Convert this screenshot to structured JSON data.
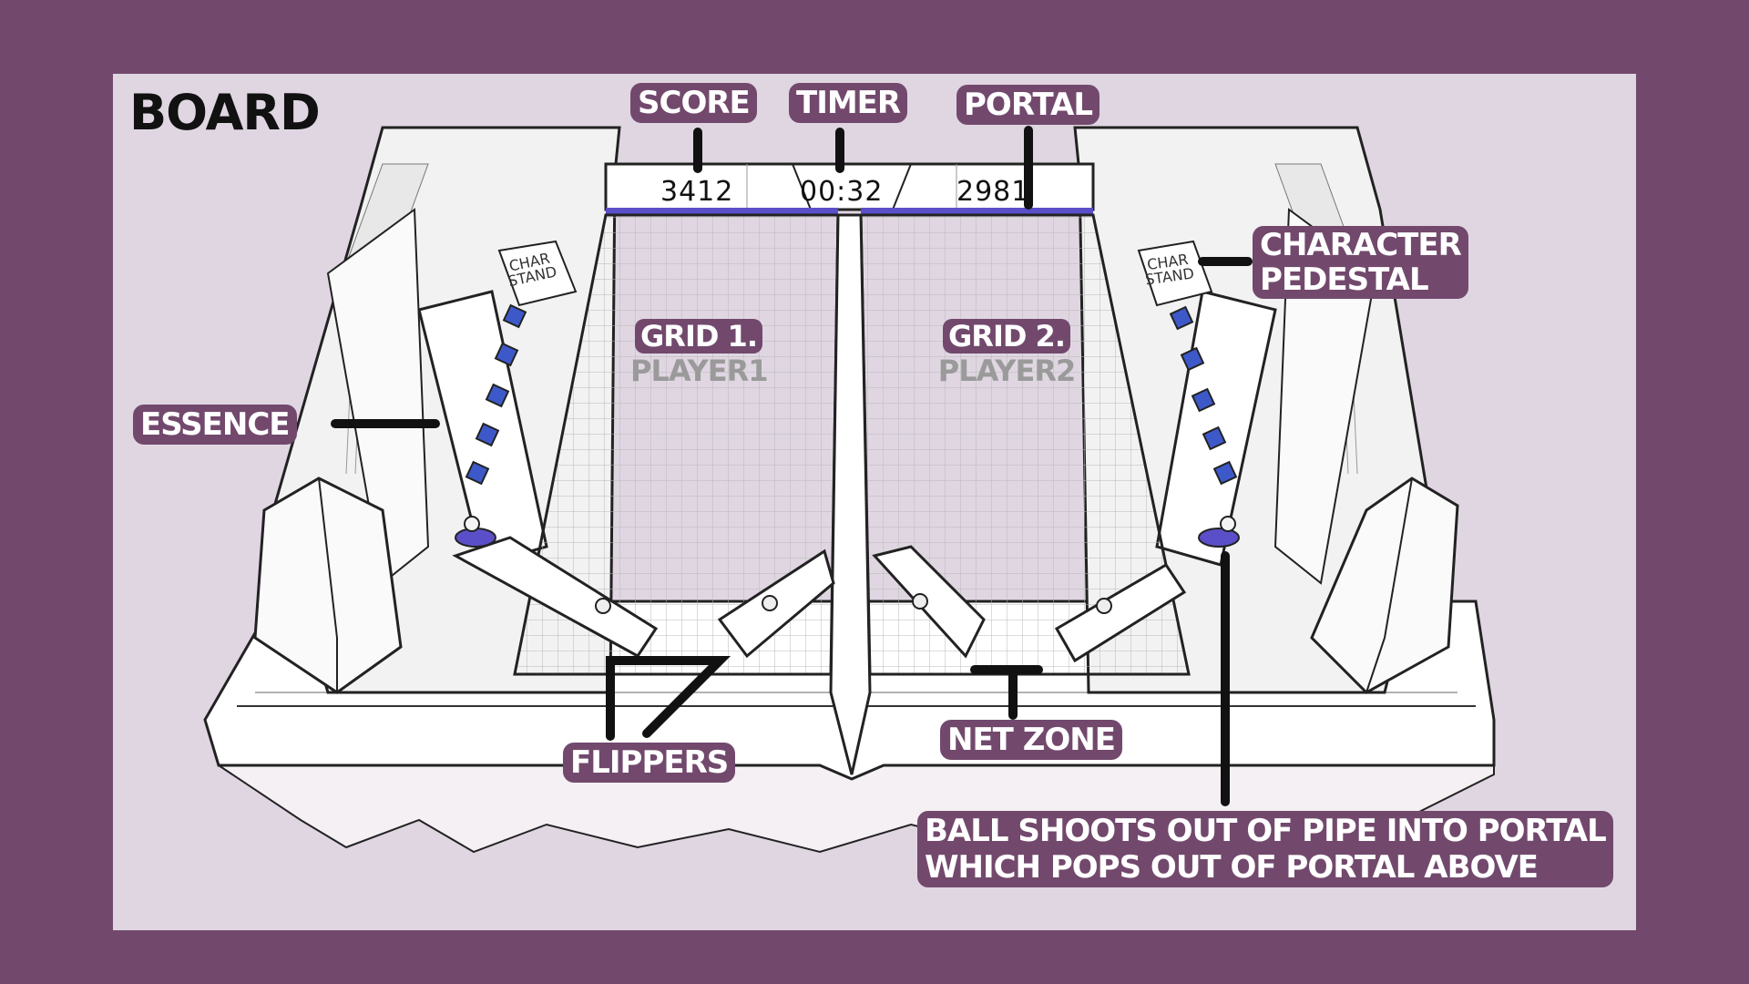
{
  "board_title": "BOARD",
  "hud": {
    "score_left": "3412",
    "timer": "00:32",
    "score_right": "2981"
  },
  "callouts": {
    "score": "SCORE",
    "timer": "TIMER",
    "portal": "PORTAL",
    "character_pedestal_line1": "CHARACTER",
    "character_pedestal_line2": "PEDESTAL",
    "essence": "ESSENCE",
    "flippers": "FLIPPERS",
    "net_zone": "NET ZONE",
    "ball_line1": "BALL SHOOTS OUT OF PIPE INTO PORTAL",
    "ball_line2": "WHICH  POPS OUT OF PORTAL ABOVE"
  },
  "grids": {
    "grid1_title": "GRID 1.",
    "grid1_player": "PLAYER1",
    "grid2_title": "GRID 2.",
    "grid2_player": "PLAYER2"
  },
  "pedestal_label": {
    "line1": "CHAR",
    "line2": "STAND"
  },
  "colors": {
    "frame": "#72496d",
    "panel": "#e0d6e2",
    "portal_blue": "#5b4fc9",
    "gem_blue": "#3d59c9",
    "ink": "#111111"
  }
}
